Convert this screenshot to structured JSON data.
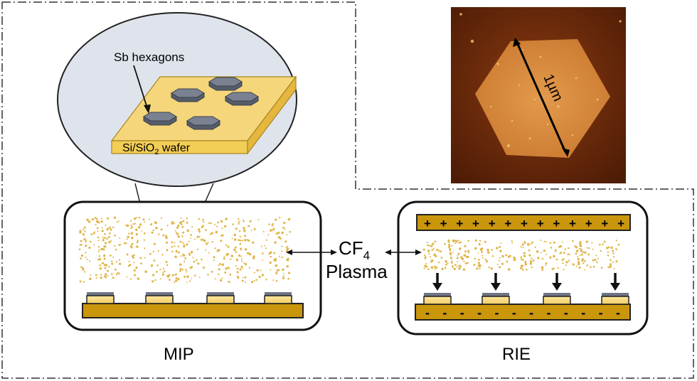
{
  "inset": {
    "label": "Sb hexagons",
    "wafer_label_main": "Si/SiO",
    "wafer_label_sub": "2",
    "wafer_label_tail": " wafer"
  },
  "afm": {
    "scale_label": "1µm"
  },
  "plasma": {
    "cf_main": "CF",
    "cf_sub": "4",
    "word": "Plasma"
  },
  "chambers": {
    "mip_label": "MIP",
    "rie_label": "RIE",
    "top_electrode_signs": "+ + + + + + + + + + + + +",
    "bottom_electrode_signs": "- - - - - - - - - - - -"
  },
  "colors": {
    "wafer": "#f5d67a",
    "electrode": "#c9960c",
    "sample_pad": "#f7dc7c",
    "flake": "#6e7585",
    "plasma_dots": "#e0b64a",
    "afm_bg": "#6b2a0a",
    "afm_flake": "#d8893c"
  }
}
